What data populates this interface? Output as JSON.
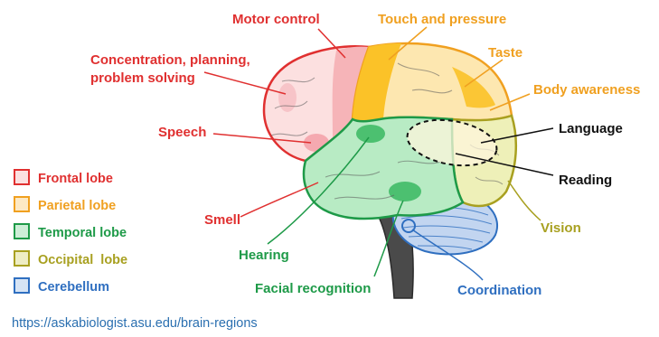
{
  "colors": {
    "frontal": "#e03030",
    "parietal": "#f0a020",
    "temporal": "#1e9a48",
    "occipital": "#a8a020",
    "cerebellum": "#2f6fc0",
    "text_dark": "#111111",
    "link": "#2a6fb0"
  },
  "labels": {
    "motor_control": "Motor control",
    "touch_pressure": "Touch and pressure",
    "taste": "Taste",
    "concentration_1": "Concentration, planning,",
    "concentration_2": "problem solving",
    "body_awareness": "Body awareness",
    "speech": "Speech",
    "language": "Language",
    "reading": "Reading",
    "smell": "Smell",
    "vision": "Vision",
    "hearing": "Hearing",
    "facial_recognition": "Facial recognition",
    "coordination": "Coordination"
  },
  "legend": [
    {
      "label": "Frontal lobe",
      "color": "#e03030",
      "fill": "#fbe0e0"
    },
    {
      "label": "Parietal lobe",
      "color": "#f0a020",
      "fill": "#fde9c4"
    },
    {
      "label": "Temporal lobe",
      "color": "#1e9a48",
      "fill": "#cdeed7"
    },
    {
      "label": "Occipital  lobe",
      "color": "#a8a020",
      "fill": "#eeedc4"
    },
    {
      "label": "Cerebellum",
      "color": "#2f6fc0",
      "fill": "#d6e4f5"
    }
  ],
  "source_url": "https://askabiologist.asu.edu/brain-regions"
}
